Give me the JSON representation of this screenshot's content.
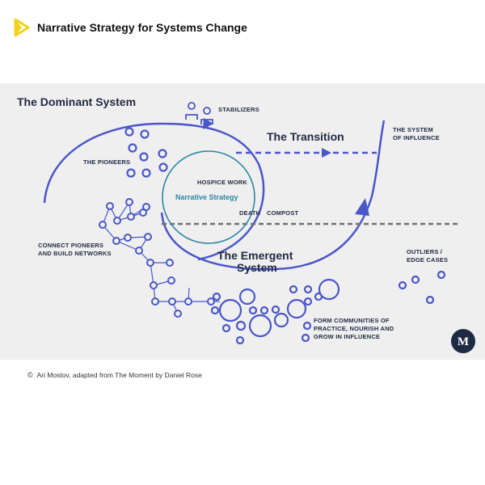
{
  "header": {
    "title": "Narrative Strategy for Systems Change"
  },
  "diagram": {
    "dominant_system": "The Dominant System",
    "stabilizers": "STABILIZERS",
    "transition": "The Transition",
    "system_of_influence_1": "THE SYSTEM",
    "system_of_influence_2": "OF INFLUENCE",
    "pioneers": "THE PIONEERS",
    "hospice_work": "HOSPICE WORK",
    "narrative_strategy": "Narrative Strategy",
    "death": "DEATH",
    "compost": "COMPOST",
    "connect_1": "CONNECT PIONEERS",
    "connect_2": "AND BUILD NETWORKS",
    "emergent_1": "The Emergent",
    "emergent_2": "System",
    "outliers_1": "OUTLIERS /",
    "outliers_2": "EDGE CASES",
    "communities_1": "FORM COMMUNITIES OF",
    "communities_2": "PRACTICE, NOURISH AND",
    "communities_3": "GROW IN INFLUENCE",
    "badge": "M"
  },
  "caption": {
    "symbol": "©",
    "text": "Ari Mostov, adapted from The Moment by Daniel Rose"
  },
  "colors": {
    "primary": "#4a57c9",
    "teal": "#2e86a6",
    "navy": "#1e2a44",
    "logo": "#f2d21b"
  }
}
